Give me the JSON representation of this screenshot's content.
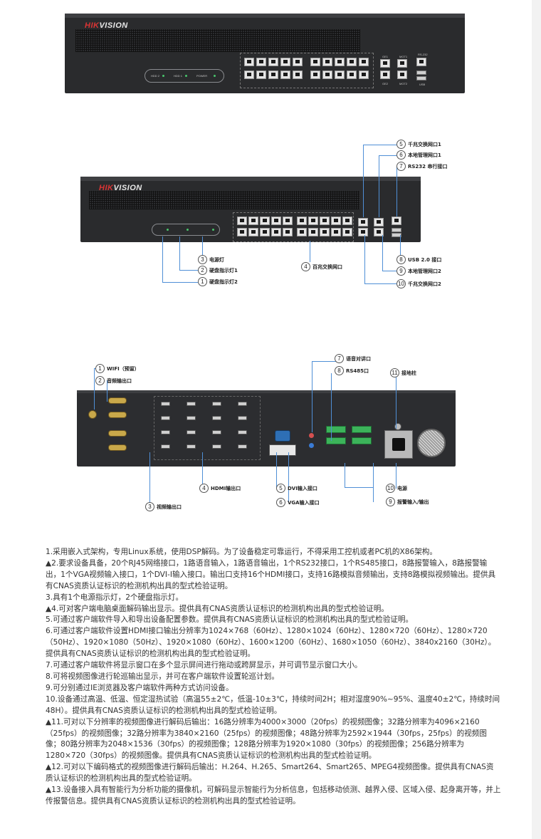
{
  "brand": {
    "logo_text_left": "HIK",
    "logo_text_right": "VISION"
  },
  "panel_labels": {
    "hdd2": "HDD 2",
    "hdd1": "HDD 1",
    "power": "POWER",
    "ge1": "GE1",
    "mgmt1": "MGT1",
    "rs232": "RS-232",
    "ge2": "GE2",
    "mgmt2": "MGT2",
    "usb": "USB"
  },
  "front_callouts": {
    "c1": {
      "num": "1",
      "label": "硬盘指示灯2"
    },
    "c2": {
      "num": "2",
      "label": "硬盘指示灯1"
    },
    "c3": {
      "num": "3",
      "label": "电源灯"
    },
    "c4": {
      "num": "4",
      "label": "百兆交换网口"
    },
    "c5": {
      "num": "5",
      "label": "千兆交换网口1"
    },
    "c6": {
      "num": "6",
      "label": "本地管理网口1"
    },
    "c7": {
      "num": "7",
      "label": "RS232 串行接口"
    },
    "c8": {
      "num": "8",
      "label": "USB 2.0 接口"
    },
    "c9": {
      "num": "9",
      "label": "本地管理网口2"
    },
    "c10": {
      "num": "10",
      "label": "千兆交换网口2"
    }
  },
  "rear_callouts": {
    "c1": {
      "num": "1",
      "label": "WIFI（预留）"
    },
    "c2": {
      "num": "2",
      "label": "音频输出口"
    },
    "c3": {
      "num": "3",
      "label": "视频输出口"
    },
    "c4": {
      "num": "4",
      "label": "HDMI输出口"
    },
    "c5": {
      "num": "5",
      "label": "DVI输入接口"
    },
    "c6": {
      "num": "6",
      "label": "VGA输入接口"
    },
    "c7": {
      "num": "7",
      "label": "语音对讲口"
    },
    "c8": {
      "num": "8",
      "label": "RS485口"
    },
    "c9": {
      "num": "9",
      "label": "报警输入/输出"
    },
    "c10": {
      "num": "10",
      "label": "电源"
    },
    "c11": {
      "num": "11",
      "label": "接地柱"
    }
  },
  "spec_lines": [
    "1.采用嵌入式架构，专用Linux系统，使用DSP解码。为了设备稳定可靠运行，不得采用工控机或者PC机的X86架构。",
    "▲2.要求设备具备，20个RJ45网络接口，1路语音输入，1路语音输出，1个RS232接口，1个RS485接口，8路报警输入，8路报警输出，1个VGA视频输入接口，1个DVI-I输入接口。输出口支持16个HDMI接口，支持16路模拟音频输出，支持8路模拟视频输出。提供具有CNAS资质认证标识的检测机构出具的型式检验证明。",
    "3.具有1个电源指示灯，2个硬盘指示灯。",
    "▲4.可对客户端电脑桌面解码输出显示。提供具有CNAS资质认证标识的检测机构出具的型式检验证明。",
    "5.可通过客户端软件导入和导出设备配置参数。提供具有CNAS资质认证标识的检测机构出具的型式检验证明。",
    "6.可通过客户端软件设置HDMI接口输出分辨率为1024×768（60Hz）、1280×1024（60Hz）、1280×720（60Hz）、1280×720（50Hz）、1920×1080（50Hz）、1920×1080（60Hz）、1600×1200（60Hz）、1680×1050（60Hz）、3840x2160（30Hz）。提供具有CNAS资质认证标识的检测机构出具的型式检验证明。",
    "7.可通过客户端软件将显示窗口在多个显示屏间进行拖动或跨屏显示，并可调节显示窗口大小。",
    "8.可将视频图像进行轮巡输出显示，并可在客户端软件设置轮巡计划。",
    "9.可分别通过IE浏览器及客户端软件两种方式访问设备。",
    "10.设备通过高温、低温、恒定湿热试验（高温55±2℃，低温-10±3℃，持续时间2H；相对湿度90%~95%、温度40±2℃，持续时间48H）。提供具有CNAS资质认证标识的检测机构出具的型式检验证明。",
    "▲11.可对以下分辨率的视频图像进行解码后输出：16路分辨率为4000×3000（20fps）的视频图像；32路分辨率为4096×2160（25fps）的视频图像；32路分辨率为3840×2160（25fps）的视频图像；48路分辨率为2592×1944（30fps，25fps）的视频图像；80路分辨率为2048×1536（30fps）的视频图像；128路分辨率为1920×1080（30fps）的视频图像；256路分辨率为1280×720（30fps）的视频图像。提供具有CNAS资质认证标识的检测机构出具的型式检验证明。",
    "▲12.可对以下编码格式的视频图像进行解码后输出：H.264、H.265、Smart264、Smart265、MPEG4视频图像。提供具有CNAS资质认证标识的检测机构出具的型式检验证明。",
    "▲13.设备接入具有智能行为分析功能的摄像机，可解码显示智能行为分析信息，包括移动侦测、越界入侵、区域入侵、起身离开等，并上传报警信息。提供具有CNAS资质认证标识的检测机构出具的型式检验证明。"
  ],
  "colors": {
    "chassis": "#2a2b2d",
    "logo_red": "#d93434",
    "callout_line": "#4f8fd6",
    "text": "#333333"
  }
}
